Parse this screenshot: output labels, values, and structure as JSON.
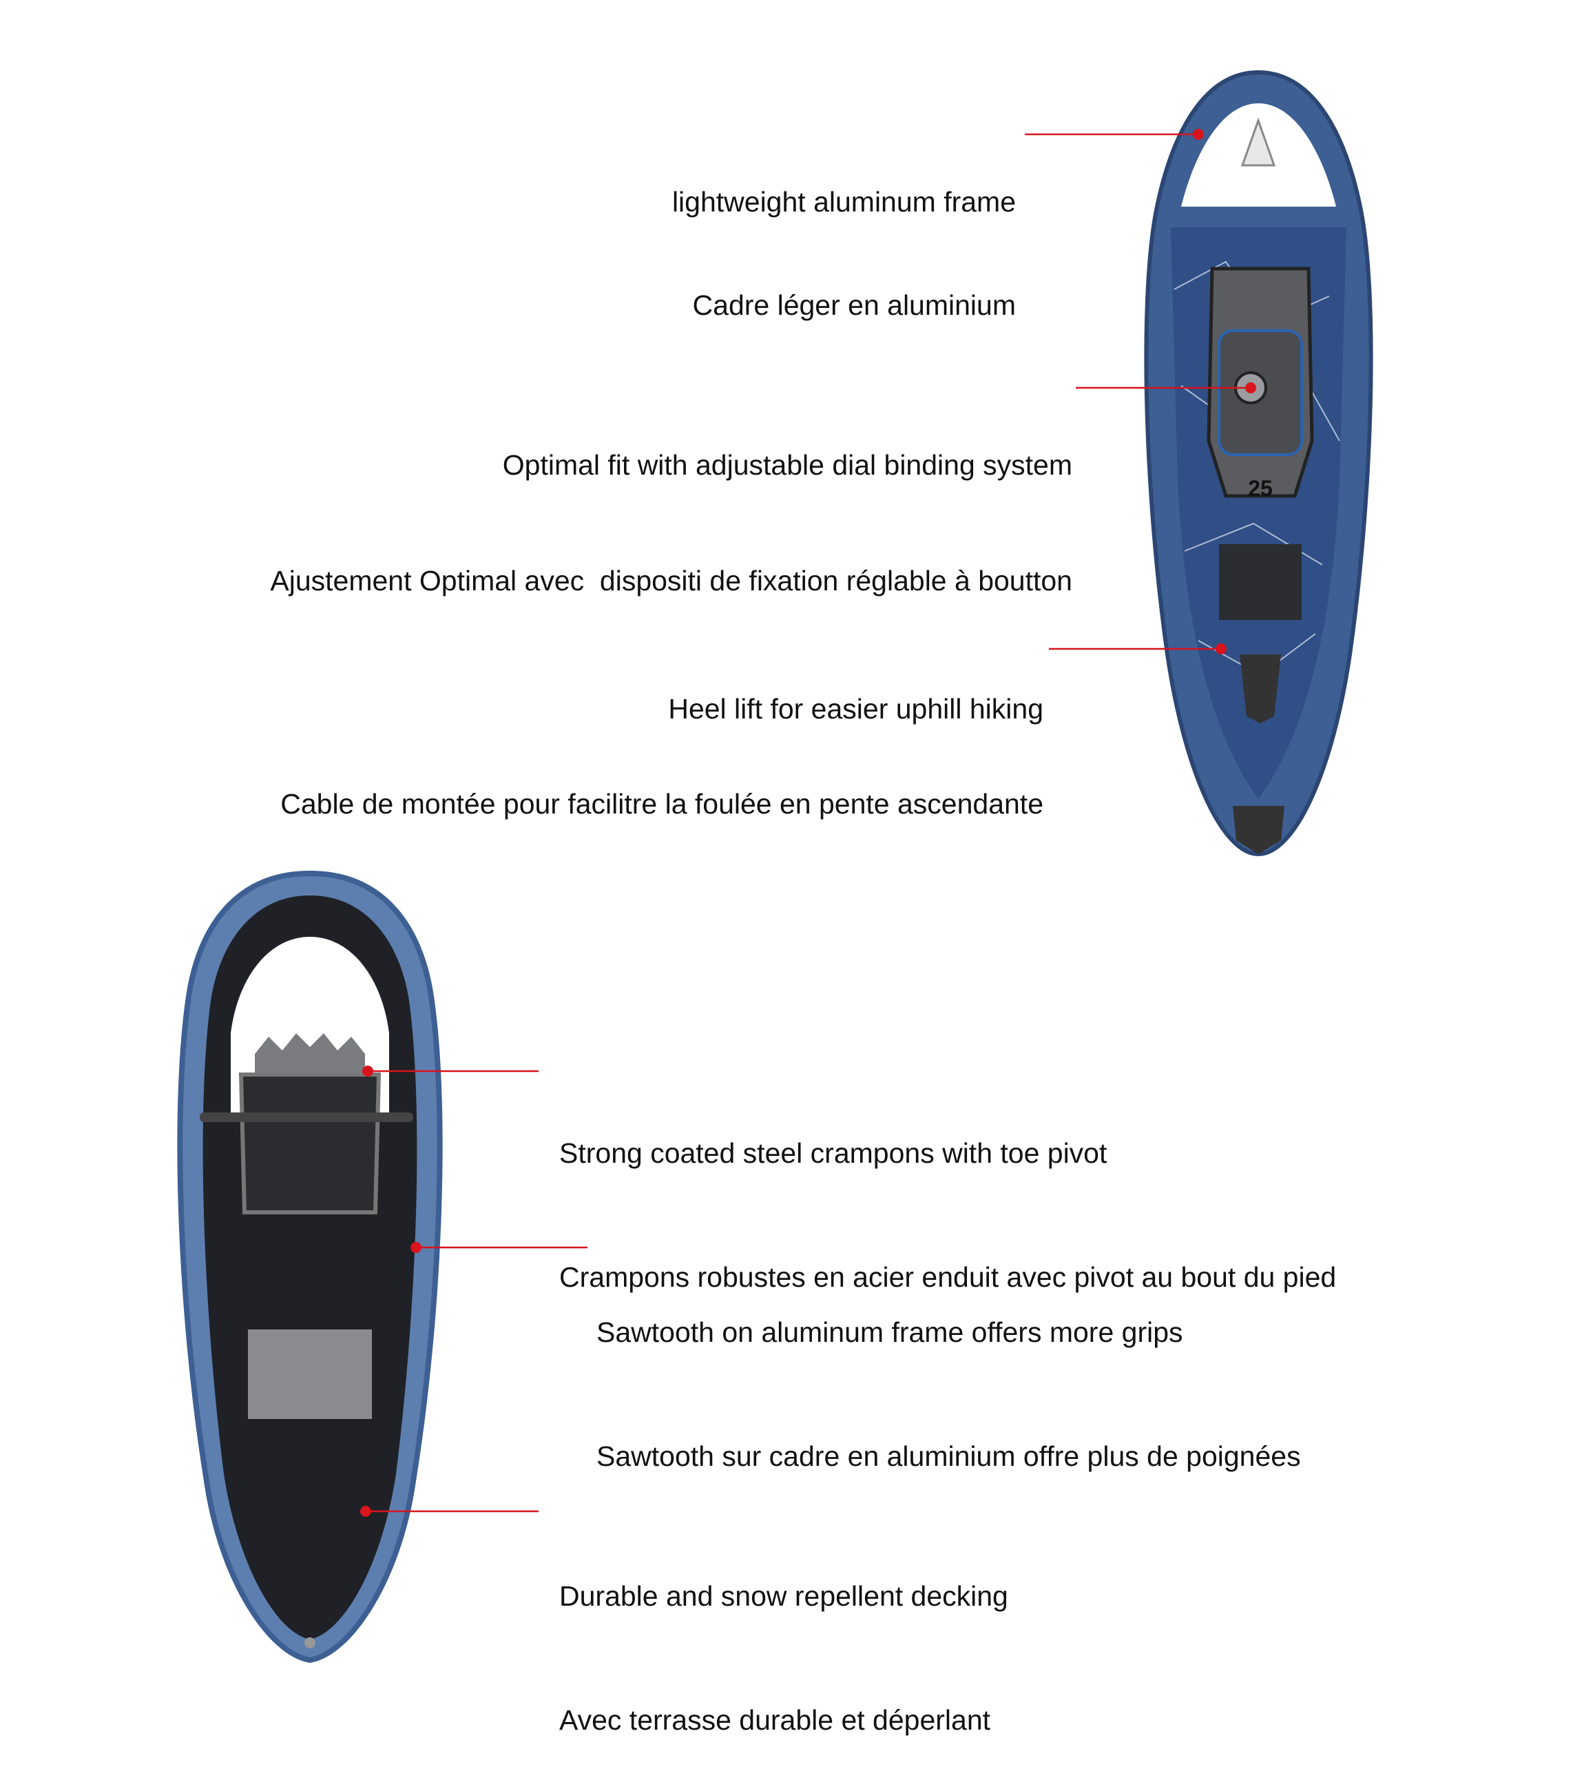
{
  "colors": {
    "callout": "#d8141c",
    "frame_blue": "#3d5f93",
    "deck_dark": "#1f2126"
  },
  "callouts": [
    {
      "en": "lightweight aluminum frame",
      "fr": "Cadre léger en aluminium"
    },
    {
      "en": "Optimal fit with adjustable dial binding system",
      "fr": "Ajustement Optimal avec  dispositi de fixation réglable à boutton"
    },
    {
      "en": "Heel lift for easier uphill hiking",
      "fr": "Cable de montée pour facilitre la foulée en pente ascendante"
    },
    {
      "en": "Strong coated steel crampons with toe pivot",
      "fr": "Crampons robustes en acier enduit avec pivot au bout du pied"
    },
    {
      "en": "Sawtooth on aluminum frame offers more grips",
      "fr": "Sawtooth sur cadre en aluminium offre plus de poignées"
    },
    {
      "en": "Durable and snow repellent decking",
      "fr": "Avec terrasse durable et déperlant"
    }
  ],
  "product": {
    "size_marking": "25"
  }
}
